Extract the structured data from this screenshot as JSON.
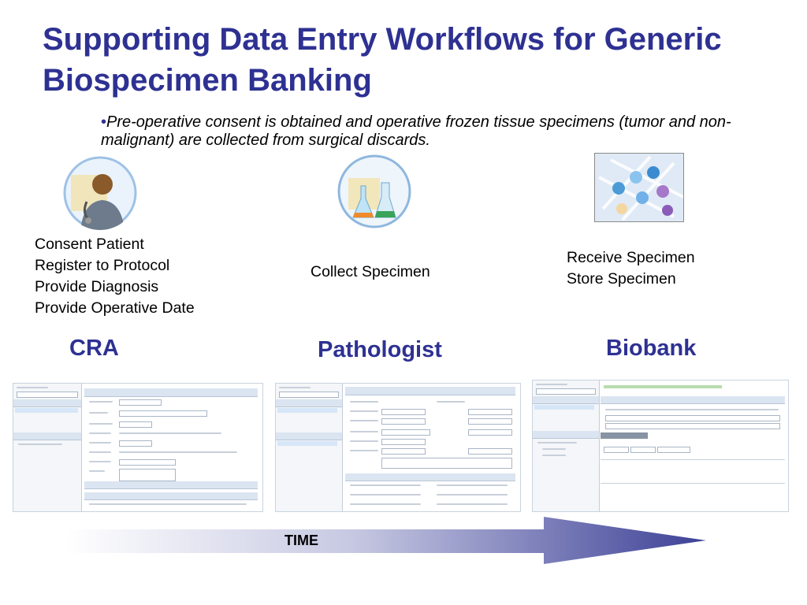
{
  "slide": {
    "title": "Supporting Data Entry Workflows for Generic Biospecimen Banking",
    "bullet": "Pre-operative consent is obtained and operative frozen tissue specimens (tumor and non-malignant) are collected from surgical discards."
  },
  "roles": [
    {
      "name": "CRA",
      "tasks": [
        "Consent Patient",
        "Register to Protocol",
        "Provide Diagnosis",
        "Provide Operative Date"
      ],
      "icon": "doctor-icon"
    },
    {
      "name": "Pathologist",
      "tasks": [
        "Collect Specimen"
      ],
      "icon": "lab-flasks-icon"
    },
    {
      "name": "Biobank",
      "tasks": [
        "Receive Specimen",
        "Store Specimen"
      ],
      "icon": "specimen-box-icon"
    }
  ],
  "timeline": {
    "label": "TIME"
  },
  "colors": {
    "title": "#2e3192",
    "arrow_start": "#ffffff",
    "arrow_end": "#3d4196"
  }
}
